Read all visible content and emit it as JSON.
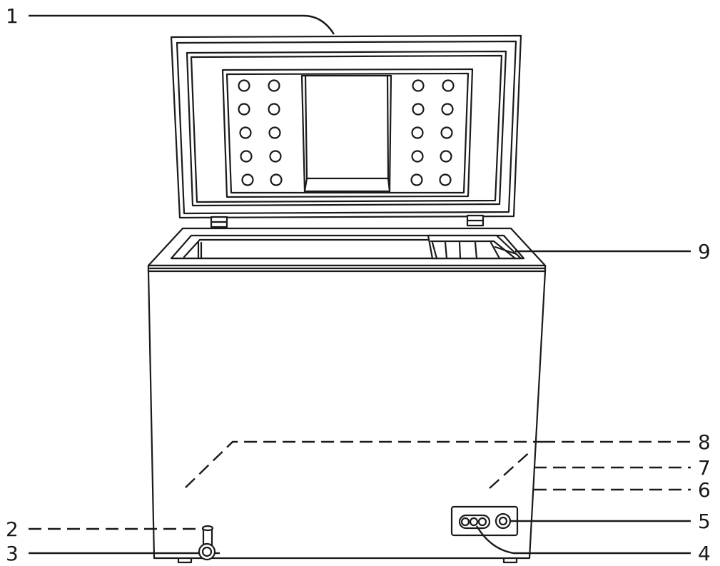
{
  "callouts": [
    {
      "id": "1",
      "label": "1",
      "style": "solid"
    },
    {
      "id": "2",
      "label": "2",
      "style": "dashed"
    },
    {
      "id": "3",
      "label": "3",
      "style": "solid"
    },
    {
      "id": "4",
      "label": "4",
      "style": "solid"
    },
    {
      "id": "5",
      "label": "5",
      "style": "solid"
    },
    {
      "id": "6",
      "label": "6",
      "style": "dashed"
    },
    {
      "id": "7",
      "label": "7",
      "style": "dashed"
    },
    {
      "id": "8",
      "label": "8",
      "style": "dashed"
    },
    {
      "id": "9",
      "label": "9",
      "style": "solid"
    }
  ],
  "colors": {
    "line": "#1a1a1a",
    "background": "#ffffff"
  }
}
